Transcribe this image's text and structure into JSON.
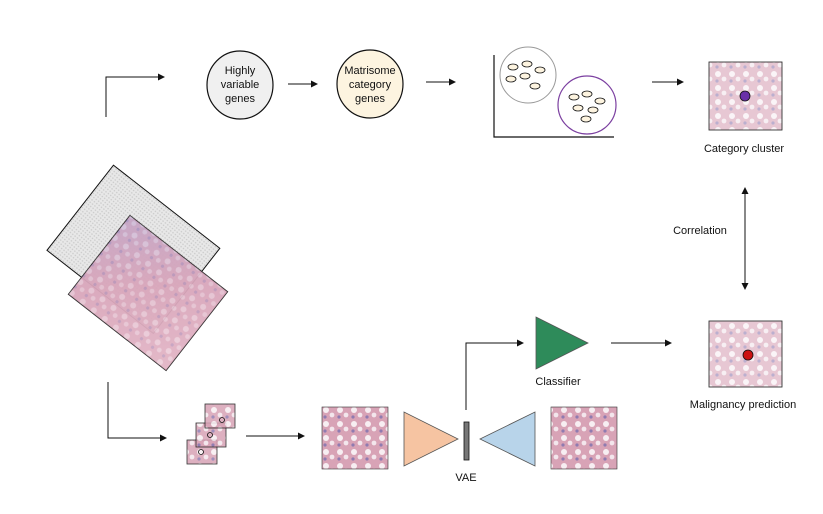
{
  "nodes": {
    "hvg": [
      "Highly",
      "variable",
      "genes"
    ],
    "matrisome": [
      "Matrisome",
      "category",
      "genes"
    ]
  },
  "labels": {
    "category_cluster": "Category cluster",
    "correlation": "Correlation",
    "malignancy_prediction": "Malignancy prediction",
    "classifier": "Classifier",
    "vae": "VAE"
  },
  "colors": {
    "hvg_fill": "#f0f0f0",
    "matrisome_fill": "#fdf4e0",
    "cluster_a_border": "#999999",
    "cluster_b_border": "#7b3fa0",
    "category_dot": "#6a2fa8",
    "malignancy_dot": "#cc1111",
    "classifier_fill": "#2e8b5a",
    "encoder_fill": "#f6c4a2",
    "decoder_fill": "#b8d4ea",
    "tissue_pink": "#d9a7bd",
    "tissue_purple": "#9b86b8"
  },
  "icons": [
    "arrow-icon",
    "tissue-slide-icon",
    "scatter-plot-icon",
    "triangle-encoder-icon",
    "triangle-decoder-icon"
  ]
}
